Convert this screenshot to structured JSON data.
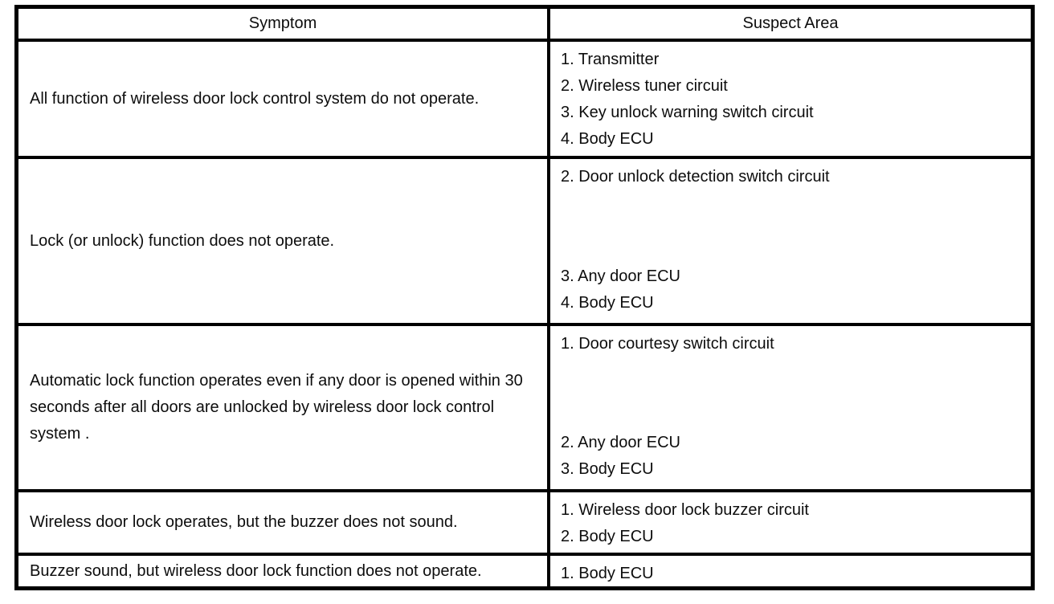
{
  "table": {
    "headers": {
      "symptom": "Symptom",
      "suspect_area": "Suspect Area"
    },
    "rows": [
      {
        "symptom": "All function of wireless door lock control system do not operate.",
        "suspect_top": [
          "1. Transmitter",
          "2. Wireless tuner circuit",
          "3. Key unlock warning switch circuit",
          "4. Body ECU"
        ],
        "suspect_bottom": []
      },
      {
        "symptom": "Lock (or unlock) function does not operate.",
        "suspect_top": [
          "2. Door unlock detection switch circuit"
        ],
        "suspect_bottom": [
          "3. Any door ECU",
          "4. Body ECU"
        ]
      },
      {
        "symptom": "Automatic lock function operates even if any door is opened within 30 seconds after all doors are unlocked by wireless door lock control system .",
        "suspect_top": [
          "1. Door courtesy switch circuit"
        ],
        "suspect_bottom": [
          "2. Any door ECU",
          "3. Body ECU"
        ]
      },
      {
        "symptom": "Wireless door lock operates, but the buzzer does not sound.",
        "suspect_top": [
          "1. Wireless door lock buzzer circuit",
          "2. Body ECU"
        ],
        "suspect_bottom": []
      },
      {
        "symptom": "Buzzer sound, but wireless door lock function does not operate.",
        "suspect_top": [
          "1. Body ECU"
        ],
        "suspect_bottom": []
      }
    ]
  }
}
